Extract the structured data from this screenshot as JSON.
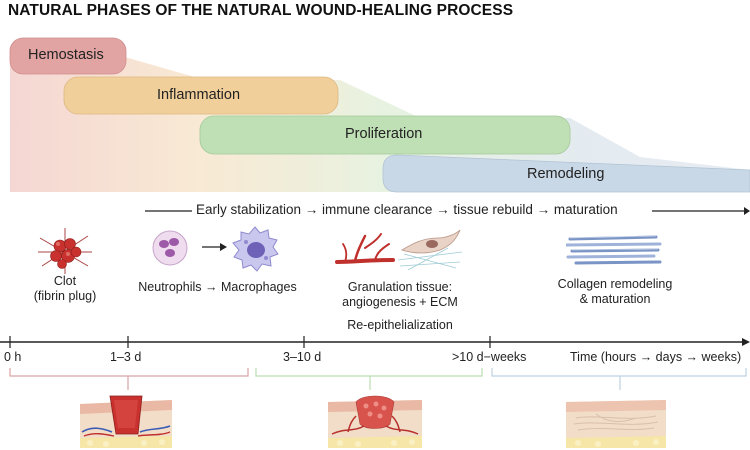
{
  "title": "NATURAL PHASES OF THE NATURAL WOUND-HEALING PROCESS",
  "phases": [
    {
      "label": "Hemostasis",
      "color": "#e2a3a3"
    },
    {
      "label": "Inflammation",
      "color": "#f1cf9b"
    },
    {
      "label": "Proliferation",
      "color": "#bfe0b5"
    },
    {
      "label": "Remodeling",
      "color": "#c9d8e6"
    }
  ],
  "progression_label": "Early stabilization → immune clearance → tissue rebuild → maturation",
  "events": {
    "clot_line1": "Clot",
    "clot_line2": "(fibrin plug)",
    "cells": "Neutrophils → Macrophages",
    "granulation_line1": "Granulation tissue:",
    "granulation_line2": "angiogenesis + ECM",
    "reepithelialization": "Re-epithelialization",
    "collagen_line1": "Collagen remodeling",
    "collagen_line2": "& maturation"
  },
  "timeline": {
    "ticks": [
      "0 h",
      "1–3 d",
      "3–10 d",
      ">10 d−weeks"
    ],
    "axis_label": "Time (hours → days → weeks)"
  },
  "icons": {
    "clot": "fibrin-clot-icon",
    "neutrophil": "neutrophil-icon",
    "macrophage": "macrophage-icon",
    "vessel": "blood-vessel-icon",
    "fibroblast": "fibroblast-icon",
    "collagen": "collagen-fibers-icon"
  },
  "colors": {
    "hemostasis": "#e2a3a3",
    "inflammation": "#f1cf9b",
    "proliferation": "#bfe0b5",
    "remodeling": "#c9d8e6",
    "axis": "#222222"
  }
}
